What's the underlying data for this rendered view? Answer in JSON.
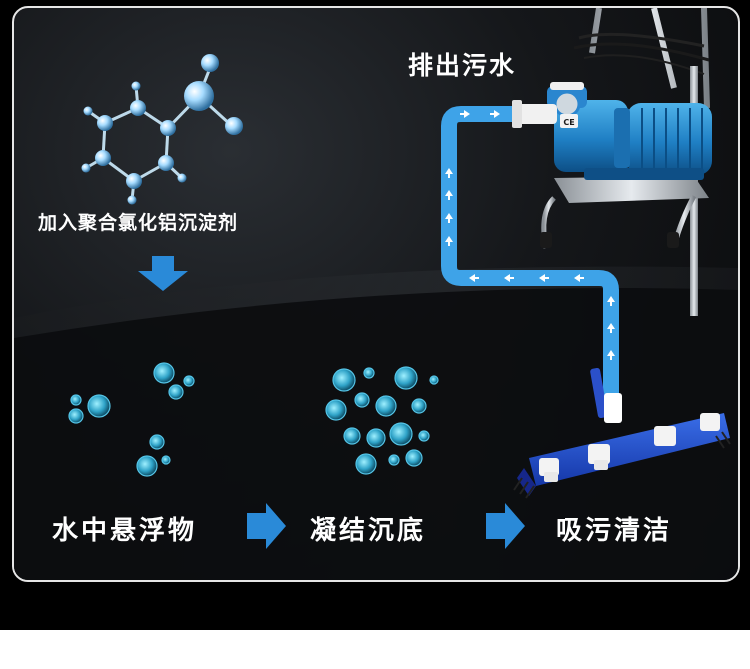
{
  "top_label": "排出污水",
  "coagulant_label": "加入聚合氯化铝沉淀剂",
  "steps": [
    {
      "label": "水中悬浮物"
    },
    {
      "label": "凝结沉底"
    },
    {
      "label": "吸污清洁"
    }
  ],
  "pump": {
    "ce_mark": "CE"
  },
  "colors": {
    "pipe": "#3ea3e8",
    "arrow": "#2a8ad8",
    "particle": "#43b6dc",
    "molecule": "#b9e4ff"
  }
}
